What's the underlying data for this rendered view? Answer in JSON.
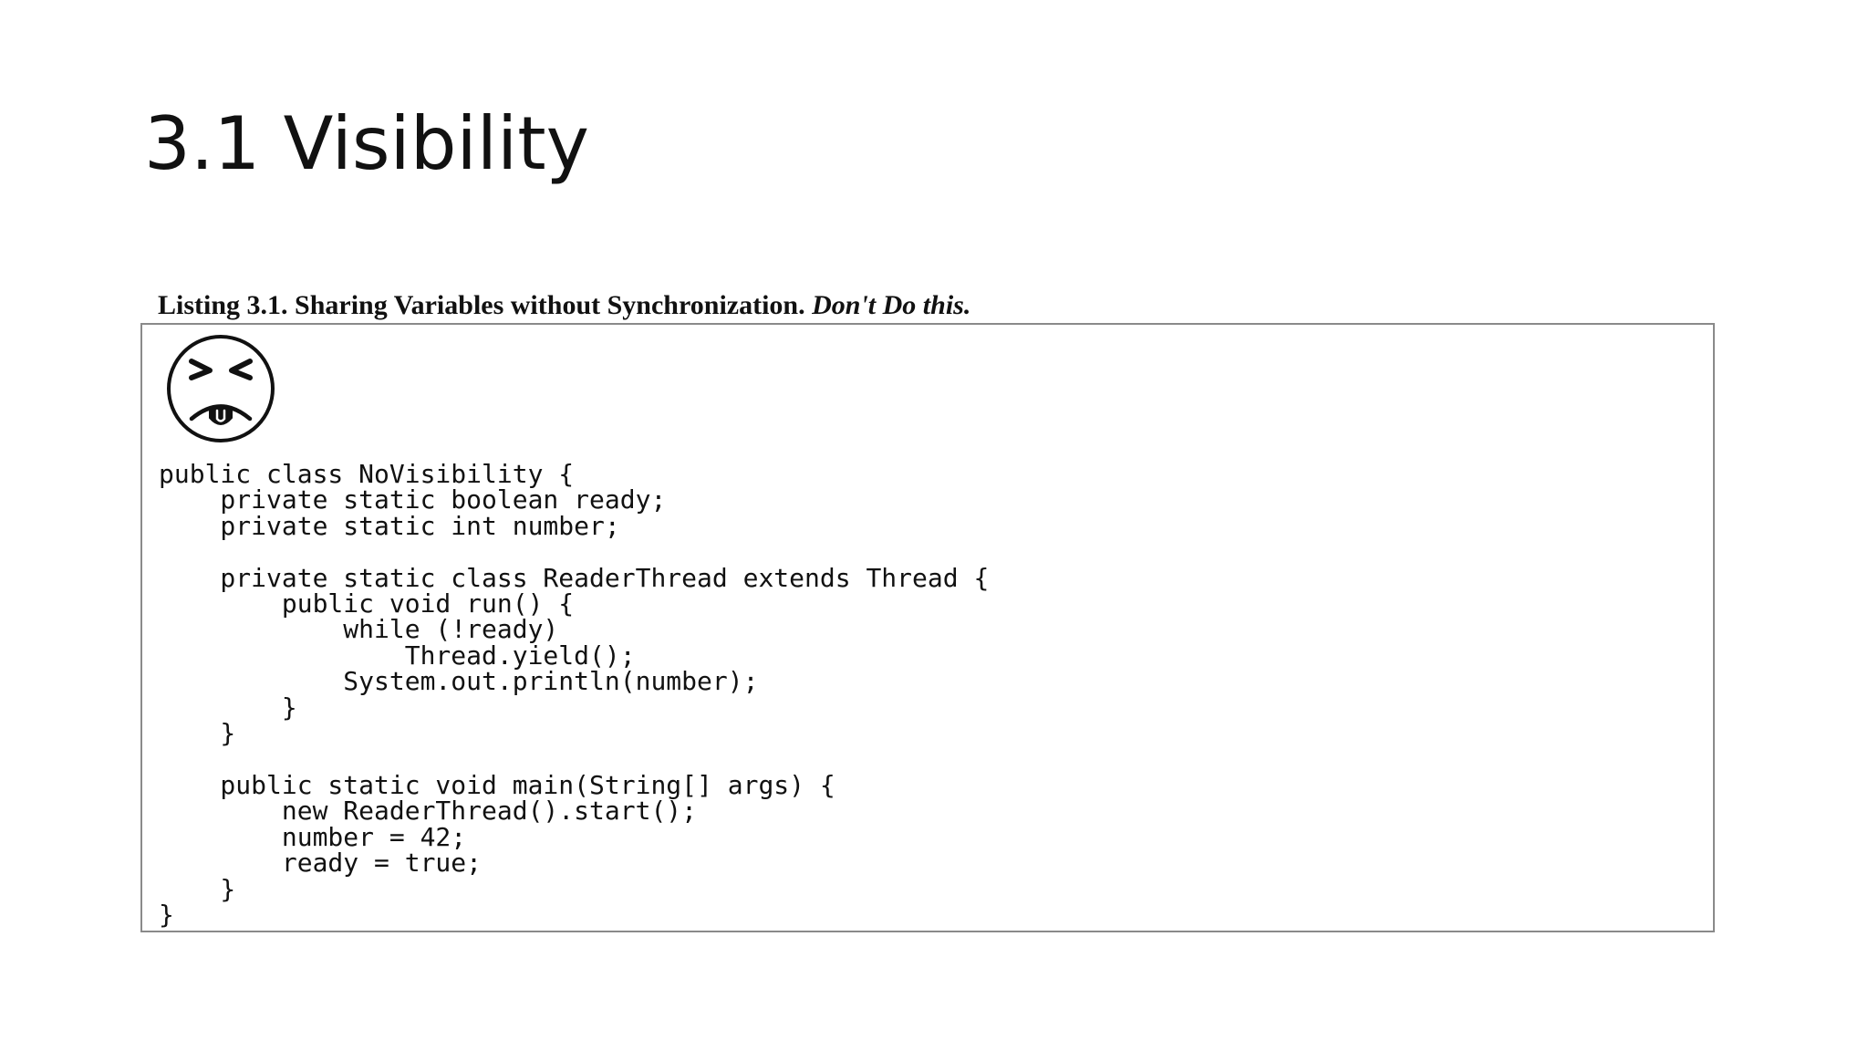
{
  "slide": {
    "title": "3.1 Visibility"
  },
  "listing": {
    "caption_main": "Listing 3.1. Sharing Variables without Synchronization.",
    "caption_warning": "Don't Do this.",
    "warning_icon": "disgusted-face-icon",
    "code_lines": [
      "public class NoVisibility {",
      "    private static boolean ready;",
      "    private static int number;",
      "",
      "    private static class ReaderThread extends Thread {",
      "        public void run() {",
      "            while (!ready)",
      "                Thread.yield();",
      "            System.out.println(number);",
      "        }",
      "    }",
      "",
      "    public static void main(String[] args) {",
      "        new ReaderThread().start();",
      "        number = 42;",
      "        ready = true;",
      "    }",
      "}"
    ]
  }
}
